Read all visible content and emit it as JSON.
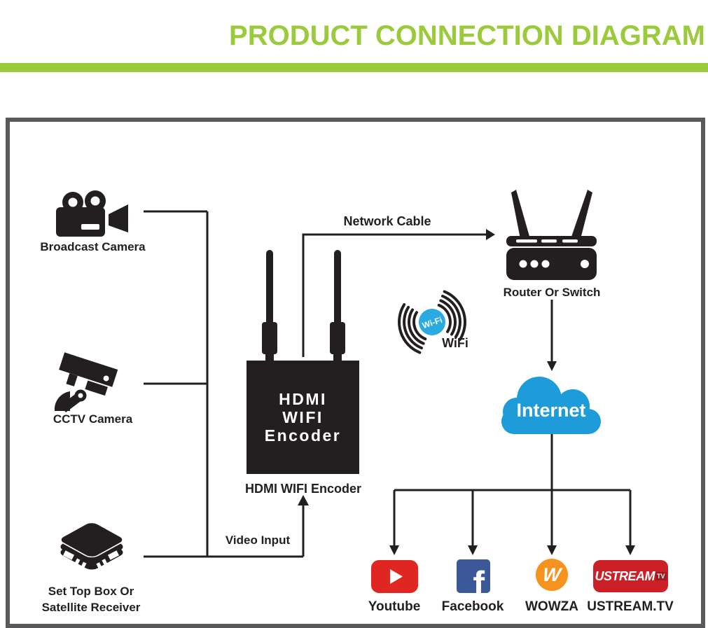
{
  "title": "PRODUCT CONNECTION DIAGRAM",
  "colors": {
    "accent_green": "#9BCB3C",
    "frame_gray": "#58595B",
    "ink_black": "#231F20",
    "internet_blue": "#1E9CD9",
    "wifi_blue": "#29ABE2",
    "youtube_red": "#E02621",
    "facebook_blue": "#3B5998",
    "wowza_orange": "#F6921E",
    "ustream_red": "#CB2026"
  },
  "sources": {
    "broadcast_camera_label": "Broadcast Camera",
    "cctv_camera_label": "CCTV Camera",
    "set_top_box_label": "Set Top Box Or\nSatellite Receiver"
  },
  "encoder": {
    "device_text": "HDMI\nWIFI\nEncoder",
    "caption": "HDMI WIFI Encoder"
  },
  "connection_labels": {
    "network_cable": "Network Cable",
    "video_input": "Video Input"
  },
  "network": {
    "router_label": "Router Or Switch",
    "wifi_badge_text": "Wi-Fi",
    "wifi_label": "WiFi",
    "internet_label": "Internet"
  },
  "destinations": [
    {
      "label": "Youtube"
    },
    {
      "label": "Facebook"
    },
    {
      "label": "WOWZA"
    },
    {
      "label": "USTREAM.TV"
    }
  ],
  "logos": {
    "facebook_letter": "f",
    "wowza_letter": "W",
    "ustream_text": "USTREAM",
    "ustream_badge": "TV"
  }
}
